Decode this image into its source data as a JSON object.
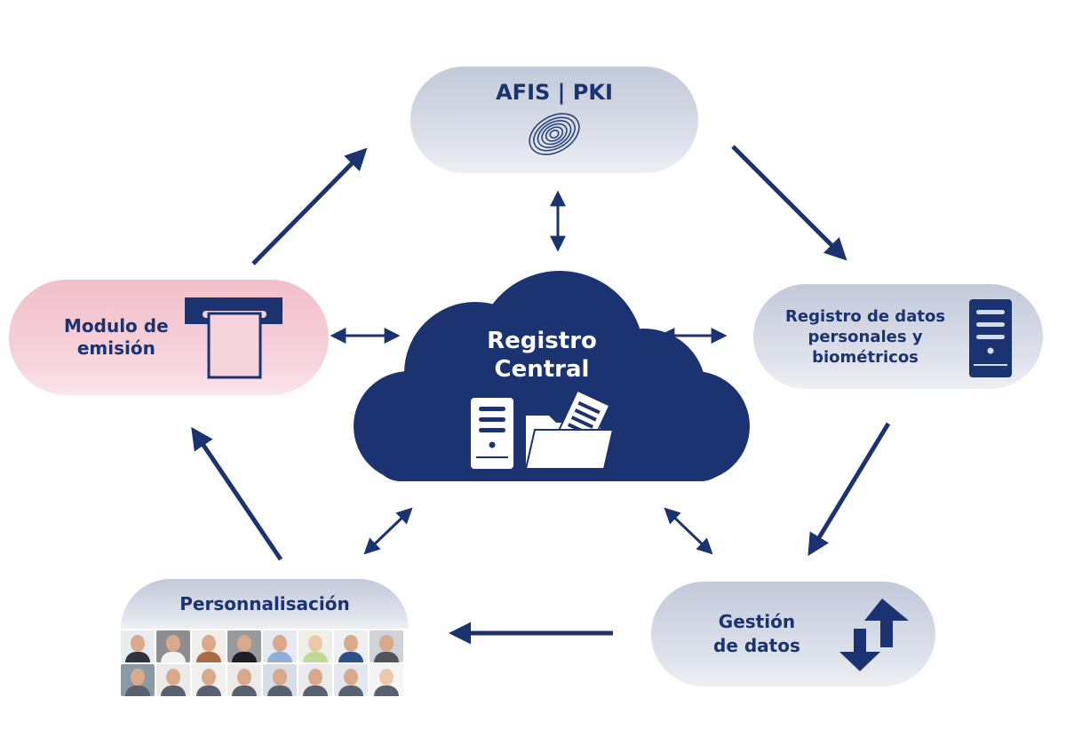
{
  "diagram": {
    "center": {
      "title_line1": "Registro",
      "title_line2": "Central",
      "icons": [
        "server-icon",
        "folder-document-icon"
      ]
    },
    "nodes": {
      "afis": {
        "label": "AFIS | PKI",
        "icon": "fingerprint-icon"
      },
      "registro": {
        "label_lines": [
          "Registro de datos",
          "personales y",
          "biométricos"
        ],
        "icon": "server-icon"
      },
      "gestion": {
        "label_lines": [
          "Gestión",
          "de datos"
        ],
        "icon": "up-down-arrows-icon"
      },
      "personnalisacion": {
        "label": "Personnalisación",
        "icon": "portrait-photos-grid"
      },
      "modulo": {
        "label_lines": [
          "Modulo de",
          "emisión"
        ],
        "icon": "card-printer-icon"
      }
    },
    "flow": [
      "AFIS | PKI",
      "Registro de datos personales y biométricos",
      "Gestión de datos",
      "Personnalisación",
      "Modulo de emisión",
      "AFIS | PKI"
    ],
    "colors": {
      "primary": "#1b3370",
      "node_grey": "#d3d8e3",
      "node_pink": "#f4c7d1"
    }
  }
}
